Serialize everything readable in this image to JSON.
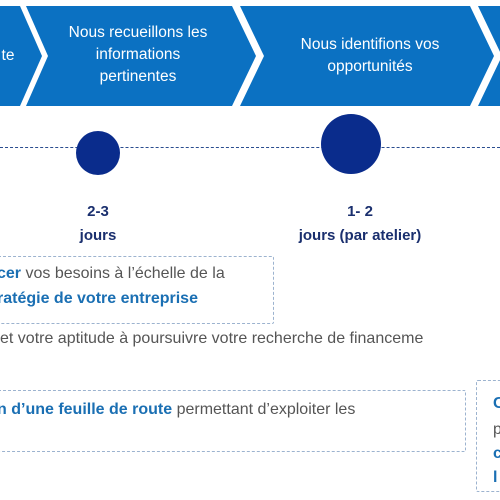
{
  "chevrons": [
    {
      "label": "te"
    },
    {
      "label": "Nous recueillons les\ninformations\npertinentes"
    },
    {
      "label": "Nous identifions vos\nopportunités"
    }
  ],
  "colors": {
    "chevron": "#0b71c2",
    "dot": "#0a2c8c",
    "accent": "#1a6fb3",
    "text": "#555555"
  },
  "durations": [
    {
      "text": "2-3\njours"
    },
    {
      "text": "1- 2\njours (par atelier)"
    }
  ],
  "box1": {
    "line1_bold": "cer",
    "line1_rest": " vos besoins à l’échelle de la",
    "line2_bold": "ratégie de votre entreprise"
  },
  "line3": "et votre aptitude à poursuivre votre recherche de financeme",
  "box2": {
    "bold": "n d’une feuille de route",
    "rest": " permettant d’exploiter les"
  },
  "right_fragments": [
    "C",
    "p",
    "c",
    "l"
  ]
}
